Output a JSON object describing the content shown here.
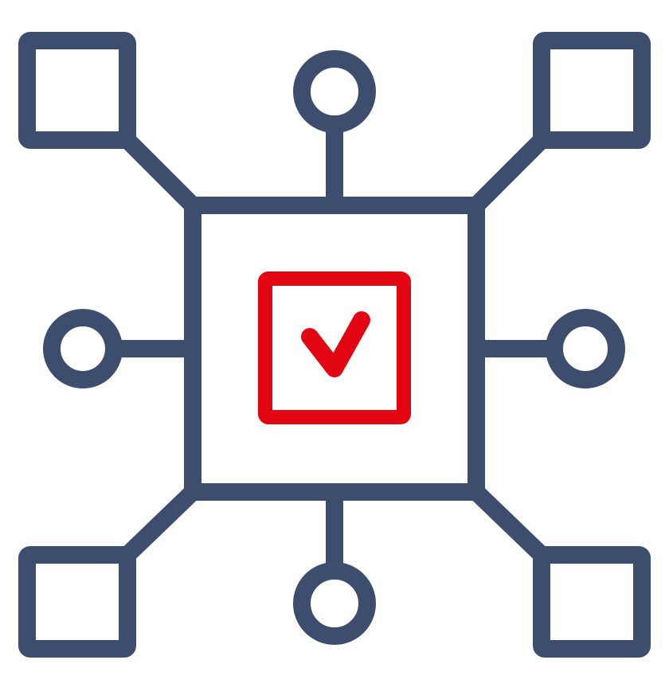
{
  "icon": {
    "name": "network-hub-checkbox-icon",
    "colors": {
      "primary": "#3D4D6E",
      "accent": "#E20613",
      "background": "#FFFFFF"
    },
    "nodes": {
      "corner_squares": [
        "top-left",
        "top-right",
        "bottom-left",
        "bottom-right"
      ],
      "circles": [
        "top",
        "right",
        "bottom",
        "left"
      ]
    },
    "center": {
      "outer": "hub-square",
      "inner": "checkbox-checked"
    }
  }
}
